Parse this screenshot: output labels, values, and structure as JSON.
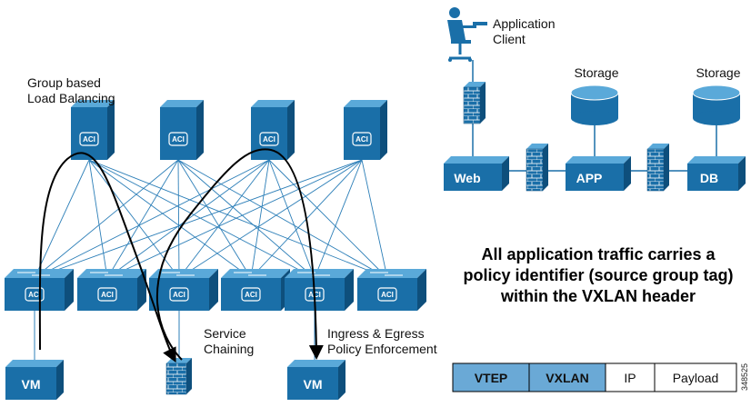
{
  "colors": {
    "device": "#1a6fa8",
    "device_top": "#5aa9d9",
    "device_side": "#0e4f7c",
    "link": "#2d7fb8",
    "flow": "#000000",
    "header_highlight": "#6aa9d6"
  },
  "fabric": {
    "group_lb_label": [
      "Group based",
      "Load Balancing"
    ],
    "spine_chip": "ACI",
    "leaf_chip": "ACI",
    "vm_left": "VM",
    "vm_right": "VM",
    "service_label": [
      "Service",
      "Chaining"
    ],
    "policy_label": [
      "Ingress & Egress",
      "Policy Enforcement"
    ]
  },
  "app": {
    "client_label": [
      "Application",
      "Client"
    ],
    "storage1": "Storage",
    "storage2": "Storage",
    "web": "Web",
    "app_node": "APP",
    "db": "DB"
  },
  "caption": [
    "All application traffic carries a",
    "policy identifier (source group tag)",
    "within the VXLAN header"
  ],
  "header": {
    "fields": [
      "VTEP",
      "VXLAN",
      "IP",
      "Payload"
    ]
  },
  "figure_id": "348525"
}
